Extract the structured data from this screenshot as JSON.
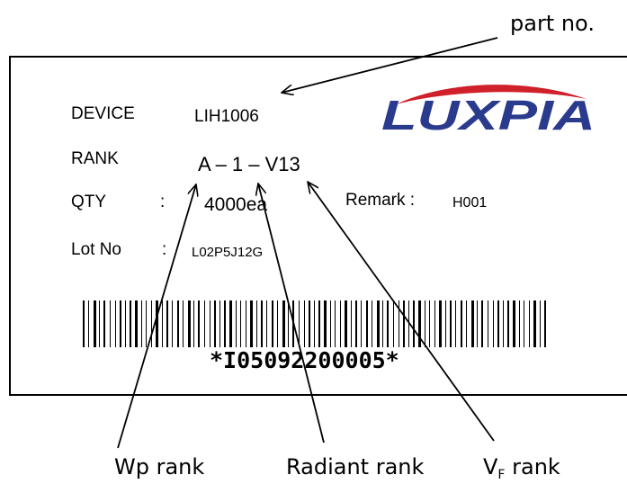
{
  "callouts": {
    "part_no": "part no.",
    "wp_rank": "Wp rank",
    "radiant_rank": "Radiant rank",
    "vf_rank_main": "V",
    "vf_rank_sub": "F",
    "vf_rank_suffix": " rank"
  },
  "label": {
    "logo_text": "LUXPIA",
    "device_label": "DEVICE",
    "device_value": "LIH1006",
    "rank_label": "RANK",
    "rank_value": "A – 1 – V13",
    "qty_label": "QTY",
    "qty_colon": ":",
    "qty_value": "4000ea",
    "remark_label": "Remark :",
    "remark_value": "H001",
    "lot_label": "Lot No",
    "lot_colon": ":",
    "lot_value": "L02P5J12G",
    "barcode_text": "*I05092200005*"
  },
  "colors": {
    "logo_blue": "#2a3a8c",
    "logo_red": "#d0202a",
    "ink": "#000000"
  }
}
